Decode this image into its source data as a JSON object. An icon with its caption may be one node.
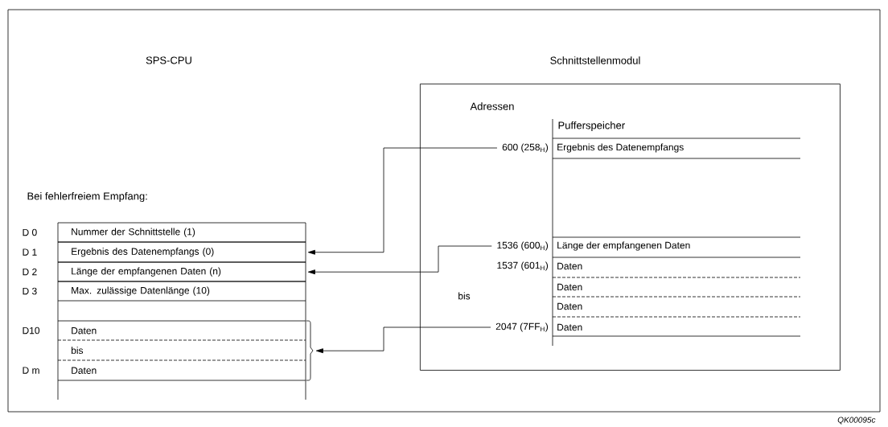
{
  "diagram": {
    "nodes": [
      {
        "text": [
          "Schnittstellenmodul"
        ]
      },
      {
        "text": [
          "600 (258$_{H}$)"
        ],
        "in": 0
      },
      {
        "text": [
          "Ergebnis des Datenempfangs"
        ],
        "in": 0
      },
      {
        "text": [
          "1536 (600$_{H}$)"
        ],
        "in": 0
      },
      {
        "text": [
          "Länge der empfangenen Daten"
        ],
        "in": 0
      },
      {
        "text": [
          "1537 (601$_{H}$)"
        ],
        "in": 0
      },
      {
        "text": [
          "Daten"
        ],
        "in": 0
      },
      {
        "text": [
          "Daten"
        ],
        "in": 0
      },
      {
        "text": [
          "Daten"
        ],
        "in": 0
      },
      {
        "text": [
          "Daten"
        ],
        "in": 0
      },
      {
        "text": [
          "2047 (7FF$_{H}$)"
        ],
        "in": 0
      },
      {
        "text": [
          "Nummer der Schnittstelle (1)"
        ],
        "beside": [
          "D 0"
        ]
      },
      {
        "text": [
          "Ergebnis des Datenempfangs (0)"
        ],
        "beside": [
          "D 1"
        ]
      },
      {
        "text": [
          "Länge der empfangenen Daten (n)"
        ],
        "beside": [
          "D 2"
        ]
      },
      {
        "text": [
          "Max. zulässige Datenlänge (10)"
        ],
        "beside": [
          "D 3"
        ]
      },
      {
        "text": [
          "Daten"
        ],
        "beside": [
          "D10"
        ]
      },
      {
        "text": [
          "bis"
        ]
      },
      {
        "text": [
          "Daten"
        ],
        "beside": [
          "D m"
        ]
      },
      {
        "text": [],
        "shape": "bracket"
      }
    ],
    "edges": [
      {
        "from": 1,
        "to": 12,
        "arrow": "to"
      },
      {
        "from": 3,
        "to": 13,
        "arrow": "to"
      },
      {
        "from": 10,
        "to": 18,
        "arrow": "to"
      }
    ],
    "labels": [
      "SPS-CPU",
      "Bei fehlerfreiem Empfang:",
      "Adressen",
      "Pufferspeicher",
      "bis",
      "QK00095c"
    ]
  }
}
